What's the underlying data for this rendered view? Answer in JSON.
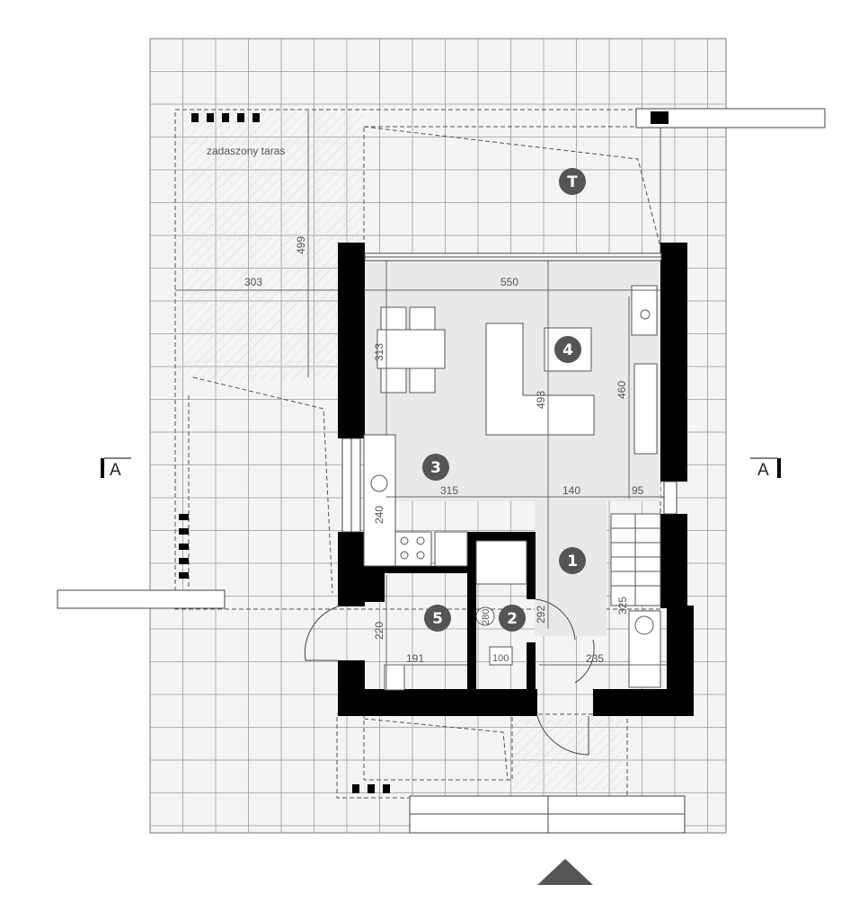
{
  "terrace": {
    "label": "zadaszony taras"
  },
  "rooms": [
    {
      "id": "1"
    },
    {
      "id": "2"
    },
    {
      "id": "3"
    },
    {
      "id": "4"
    },
    {
      "id": "5"
    },
    {
      "id": "T"
    }
  ],
  "dimensions": {
    "terrace_depth": "499",
    "terrace_width": "303",
    "living_width": "550",
    "dining_depth": "313",
    "living_depth": "493",
    "kitchen_wall_depth": "460",
    "kitchen_length": "315",
    "hall_width": "140",
    "stair_offset": "95",
    "kitchen_counter": "240",
    "bath_depth": "220",
    "bath_width": "191",
    "boiler_room_depth": "292",
    "stair_length": "325",
    "entry_width": "235",
    "boiler_diam": "280",
    "shower_size": "100"
  },
  "section": {
    "left": "A",
    "right": "A"
  },
  "colors": {
    "wall": "#000000",
    "floor": "#e9e9e9",
    "grid": "#9a9a9a",
    "marker": "#555555"
  }
}
